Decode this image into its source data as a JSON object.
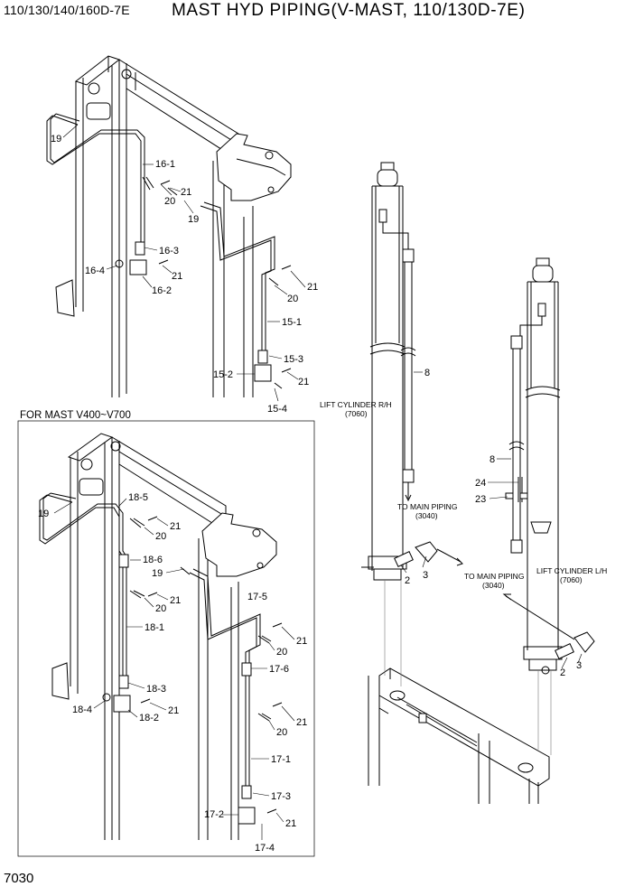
{
  "header": {
    "model": "110/130/140/160D-7E",
    "title": "MAST HYD PIPING(V-MAST, 110/130D-7E)"
  },
  "footer": {
    "page_number": "7030"
  },
  "inset": {
    "caption": "FOR MAST V400~V700"
  },
  "labels": {
    "l19a": "19",
    "l16_1": "16-1",
    "l20a": "20",
    "l21a": "21",
    "l19b": "19",
    "l16_3": "16-3",
    "l16_4": "16-4",
    "l21b": "21",
    "l16_2": "16-2",
    "l21c": "21",
    "l20b": "20",
    "l15_1": "15-1",
    "l15_3": "15-3",
    "l15_2": "15-2",
    "l21d": "21",
    "l15_4": "15-4",
    "l19c": "19",
    "l18_5": "18-5",
    "l21e": "21",
    "l20c": "20",
    "l18_6": "18-6",
    "l19d": "19",
    "l21f": "21",
    "l20d": "20",
    "l18_1": "18-1",
    "l17_5": "17-5",
    "l21g": "21",
    "l20e": "20",
    "l17_6": "17-6",
    "l18_3": "18-3",
    "l18_4": "18-4",
    "l21h": "21",
    "l18_2": "18-2",
    "l21i": "21",
    "l20f": "20",
    "l17_1": "17-1",
    "l17_3": "17-3",
    "l17_2": "17-2",
    "l21j": "21",
    "l17_4": "17-4",
    "l8a": "8",
    "l8b": "8",
    "l24": "24",
    "l23": "23",
    "l2a": "2",
    "l3a": "3",
    "l2b": "2",
    "l3b": "3"
  },
  "notes": {
    "lift_rh": "LIFT CYLINDER R/H",
    "lift_rh_code": "(7060)",
    "to_main_1": "TO MAIN PIPING",
    "to_main_1_code": "(3040)",
    "to_main_2": "TO MAIN PIPING",
    "to_main_2_code": "(3040)",
    "lift_lh": "LIFT CYLINDER L/H",
    "lift_lh_code": "(7060)"
  }
}
